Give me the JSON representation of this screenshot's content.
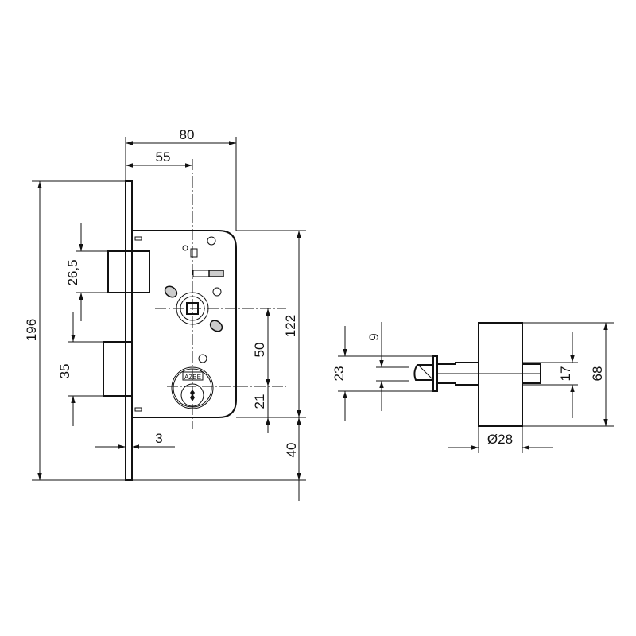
{
  "drawing": {
    "logo_text": "AZBE",
    "dimensions_front": {
      "backset_total": "80",
      "backset": "55",
      "faceplate_height": "196",
      "latch_height": "26,5",
      "deadbolt_height": "35",
      "faceplate_thickness": "3",
      "case_height": "122",
      "center_distance": "50",
      "cylinder_to_bottom": "21",
      "case_to_faceplate_bottom": "40"
    },
    "dimensions_side": {
      "spindle_square": "9",
      "spindle_length_section": "23",
      "inner_width": "17",
      "rose_height": "68",
      "rose_diameter": "Ø28"
    }
  }
}
